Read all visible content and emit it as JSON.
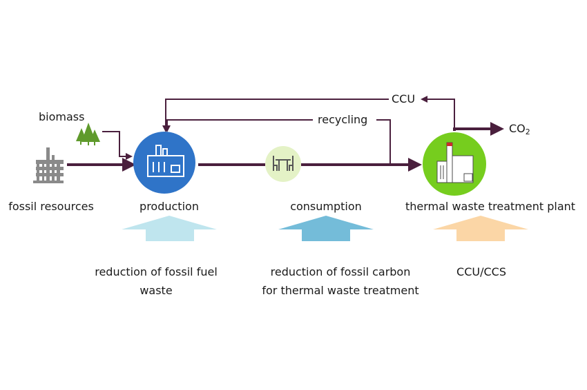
{
  "nodes": {
    "fossil": {
      "label": "fossil resources"
    },
    "biomass": {
      "label": "biomass"
    },
    "production": {
      "label": "production"
    },
    "consumption": {
      "label": "consumption"
    },
    "plant": {
      "label": "thermal waste treatment plant"
    }
  },
  "flows": {
    "ccu": "CCU",
    "recycling": "recycling",
    "co2_main": "CO",
    "co2_sub": "2"
  },
  "measures": {
    "production": {
      "line1": "reduction of fossil fuel",
      "line2": "waste"
    },
    "consumption": {
      "line1": "reduction of fossil carbon",
      "line2": "for thermal waste treatment"
    },
    "plant": {
      "line1": "CCU/CCS"
    }
  },
  "colors": {
    "flow": "#4a1f3d",
    "production": "#2f74c8",
    "consumption": "#e4f2c6",
    "plant": "#76cd1e",
    "biomass": "#5f9a2c",
    "fossil_icon": "#8a8a8a",
    "arrow_production": "#bfe5ee",
    "arrow_consumption": "#74bcd9",
    "arrow_plant": "#fbd6a6"
  }
}
